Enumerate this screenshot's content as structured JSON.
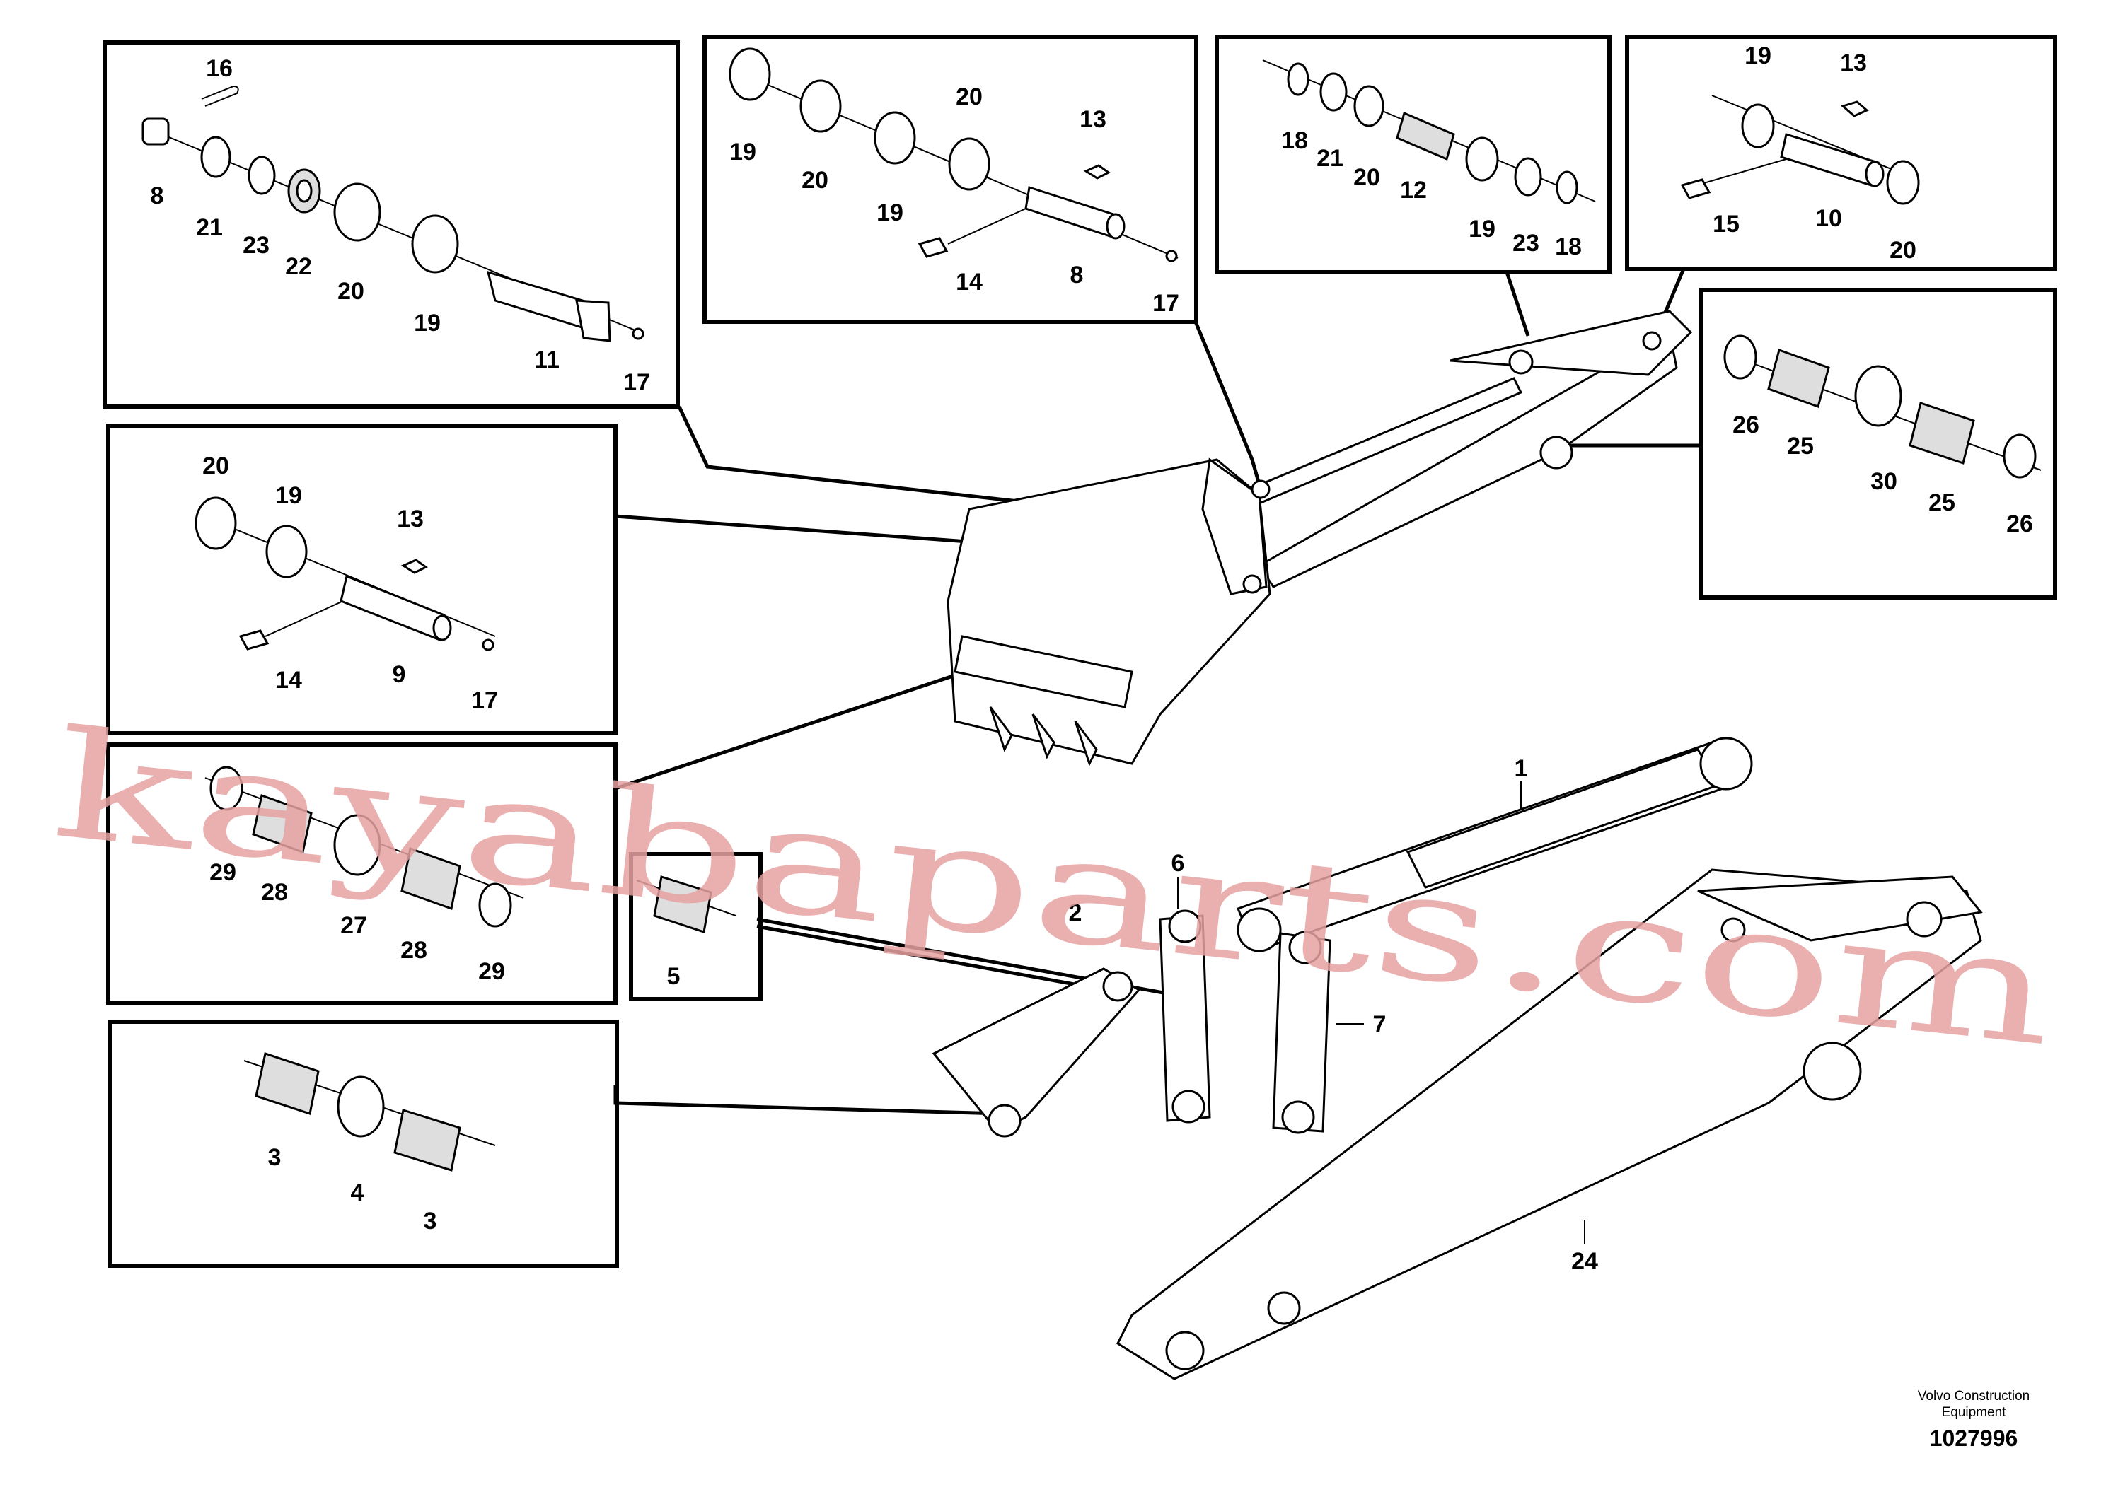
{
  "callouts": {
    "box_a": [
      "16",
      "8",
      "21",
      "23",
      "22",
      "20",
      "19",
      "11",
      "17"
    ],
    "box_b": [
      "19",
      "20",
      "19",
      "20",
      "13",
      "14",
      "8",
      "17"
    ],
    "box_c": [
      "18",
      "21",
      "20",
      "12",
      "19",
      "23",
      "18"
    ],
    "box_d": [
      "19",
      "13",
      "15",
      "10",
      "20"
    ],
    "box_e": [
      "26",
      "25",
      "30",
      "25",
      "26"
    ],
    "box_f": [
      "20",
      "19",
      "13",
      "14",
      "9",
      "17"
    ],
    "box_g": [
      "29",
      "28",
      "27",
      "28",
      "29"
    ],
    "box_h": [
      "5"
    ],
    "box_i": [
      "3",
      "4",
      "3"
    ],
    "main": [
      "1",
      "6",
      "2",
      "7",
      "24"
    ]
  },
  "credit": {
    "line1": "Volvo Construction",
    "line2": "Equipment"
  },
  "document_number": "1027996",
  "watermark": "kayabaparts.com"
}
